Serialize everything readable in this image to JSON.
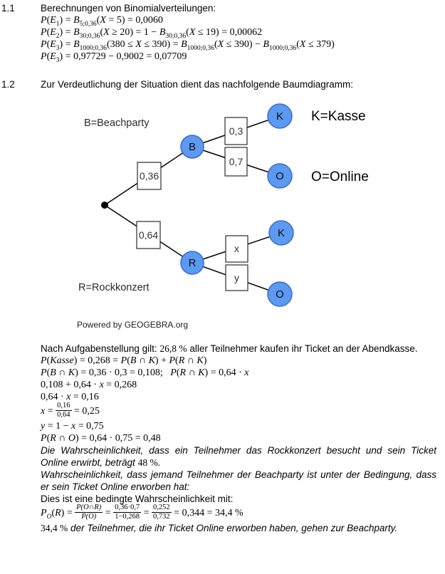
{
  "colors": {
    "page-bg": "#ffffff",
    "node-fill": "#5c99f0",
    "node-stroke": "#3a6bcd"
  },
  "section11": {
    "number": "1.1",
    "heading": "Berechnungen von Binomialverteilungen:",
    "math": [
      [
        {
          "mi": "P"
        },
        {
          "m": "("
        },
        {
          "mi": "E"
        },
        {
          "sub": "1"
        },
        {
          "m": ") = "
        },
        {
          "mi": "B"
        },
        {
          "sub": "5;0,36"
        },
        {
          "m": "("
        },
        {
          "mi": "X"
        },
        {
          "m": " = 5) = 0,0060"
        }
      ],
      [
        {
          "mi": "P"
        },
        {
          "m": "("
        },
        {
          "mi": "E"
        },
        {
          "sub": "2"
        },
        {
          "m": ") = "
        },
        {
          "mi": "B"
        },
        {
          "sub": "30;0,36"
        },
        {
          "m": "("
        },
        {
          "mi": "X"
        },
        {
          "m": " ≥ 20) = 1 − "
        },
        {
          "mi": "B"
        },
        {
          "sub": "30;0,36"
        },
        {
          "m": "("
        },
        {
          "mi": "X"
        },
        {
          "m": " ≤ 19) = 0,00062"
        }
      ],
      [
        {
          "mi": "P"
        },
        {
          "m": "("
        },
        {
          "mi": "E"
        },
        {
          "sub": "3"
        },
        {
          "m": ") = "
        },
        {
          "mi": "B"
        },
        {
          "sub": "1000;0,36"
        },
        {
          "m": "(380 ≤ "
        },
        {
          "mi": "X"
        },
        {
          "m": " ≤ 390) = "
        },
        {
          "mi": "B"
        },
        {
          "sub": "1000;0,36"
        },
        {
          "m": "("
        },
        {
          "mi": "X"
        },
        {
          "m": " ≤ 390) − "
        },
        {
          "mi": "B"
        },
        {
          "sub": "1000;0,36"
        },
        {
          "m": "("
        },
        {
          "mi": "X"
        },
        {
          "m": " ≤ 379)"
        }
      ],
      [
        {
          "mi": "P"
        },
        {
          "m": "("
        },
        {
          "mi": "E"
        },
        {
          "sub": "3"
        },
        {
          "m": ") = 0,97729 − 0,9002 = 0,07709"
        }
      ]
    ]
  },
  "section12": {
    "number": "1.2",
    "intro": "Zur Verdeutlichung der Situation dient das nachfolgende Baumdiagramm:",
    "tree": {
      "legend": {
        "b": "B=Beachparty",
        "r": "R=Rockkonzert",
        "k": "K=Kasse",
        "o": "O=Online"
      },
      "nodes": {
        "b": "B",
        "r": "R",
        "k_top": "K",
        "o_top": "O",
        "k_bottom": "K",
        "o_bottom": "O"
      },
      "edges": {
        "root_b": "0,36",
        "root_r": "0,64",
        "b_k": "0,3",
        "b_o": "0,7",
        "r_k": "x",
        "r_o": "y"
      },
      "credit": "Powered by GEOGEBRA.org"
    },
    "paragraphs": {
      "p1": [
        {
          "t": "Nach Aufgabenstellung gilt: "
        },
        {
          "m": "26,8 %"
        },
        {
          "t": " aller Teilnehmer kaufen ihr Ticket an der Abendkasse."
        }
      ],
      "p2": [
        {
          "i": "Die Wahrscheinlichkeit, dass ein Teilnehmer das Rockkonzert besucht und sein Ticket Online erwirbt, beträgt "
        },
        {
          "m": "48 %."
        }
      ],
      "p3": [
        {
          "i": "Wahrscheinlichkeit, dass jemand Teilnehmer der Beachparty ist unter der Bedingung, dass er sein Ticket Online erworben hat:"
        }
      ],
      "p4": [
        {
          "t": "Dies ist eine bedingte Wahrscheinlichkeit mit:"
        }
      ],
      "p5": [
        {
          "m": "34,4 %"
        },
        {
          "i": " der Teilnehmer, die ihr Ticket Online erworben haben, gehen zur Beachparty."
        }
      ]
    },
    "math": [
      [
        {
          "mi": "P"
        },
        {
          "m": "("
        },
        {
          "mi": "Kasse"
        },
        {
          "m": ") = 0,268 = "
        },
        {
          "mi": "P"
        },
        {
          "m": "("
        },
        {
          "mi": "B"
        },
        {
          "m": " ∩ "
        },
        {
          "mi": "K"
        },
        {
          "m": ") + "
        },
        {
          "mi": "P"
        },
        {
          "m": "("
        },
        {
          "mi": "R"
        },
        {
          "m": " ∩ "
        },
        {
          "mi": "K"
        },
        {
          "m": ")"
        }
      ],
      [
        {
          "mi": "P"
        },
        {
          "m": "("
        },
        {
          "mi": "B"
        },
        {
          "m": " ∩ "
        },
        {
          "mi": "K"
        },
        {
          "m": ") = 0,36 · 0,3 = 0,108;   "
        },
        {
          "mi": "P"
        },
        {
          "m": "("
        },
        {
          "mi": "R"
        },
        {
          "m": " ∩ "
        },
        {
          "mi": "K"
        },
        {
          "m": ") = 0,64 · "
        },
        {
          "mi": "x"
        }
      ],
      [
        {
          "m": "0,108 + 0,64 · "
        },
        {
          "mi": "x"
        },
        {
          "m": " = 0,268"
        }
      ],
      [
        {
          "m": "0,64 · "
        },
        {
          "mi": "x"
        },
        {
          "m": " = 0,16"
        }
      ],
      [
        {
          "mi": "x"
        },
        {
          "m": " = "
        },
        {
          "frac": {
            "n": "0,16",
            "d": "0,64"
          }
        },
        {
          "m": " = 0,25"
        }
      ],
      [
        {
          "mi": "y"
        },
        {
          "m": " = 1 − "
        },
        {
          "mi": "x"
        },
        {
          "m": " = 0,75"
        }
      ],
      [
        {
          "mi": "P"
        },
        {
          "m": "("
        },
        {
          "mi": "R"
        },
        {
          "m": " ∩ "
        },
        {
          "mi": "O"
        },
        {
          "m": ") = 0,64 · 0,75 = 0,48"
        }
      ]
    ],
    "math_conditional": [
      [
        {
          "mi": "P"
        },
        {
          "subi": "O"
        },
        {
          "m": "("
        },
        {
          "mi": "R"
        },
        {
          "m": ") = "
        },
        {
          "frac": {
            "n": "P(O∩R)",
            "d": "P(O)"
          },
          "it": true
        },
        {
          "m": " = "
        },
        {
          "frac": {
            "n": "0,36·0,7",
            "d": "1−0,268"
          }
        },
        {
          "m": " = "
        },
        {
          "frac": {
            "n": "0,252",
            "d": "0,732"
          }
        },
        {
          "m": " = 0,344 = 34,4 %"
        }
      ]
    ]
  }
}
